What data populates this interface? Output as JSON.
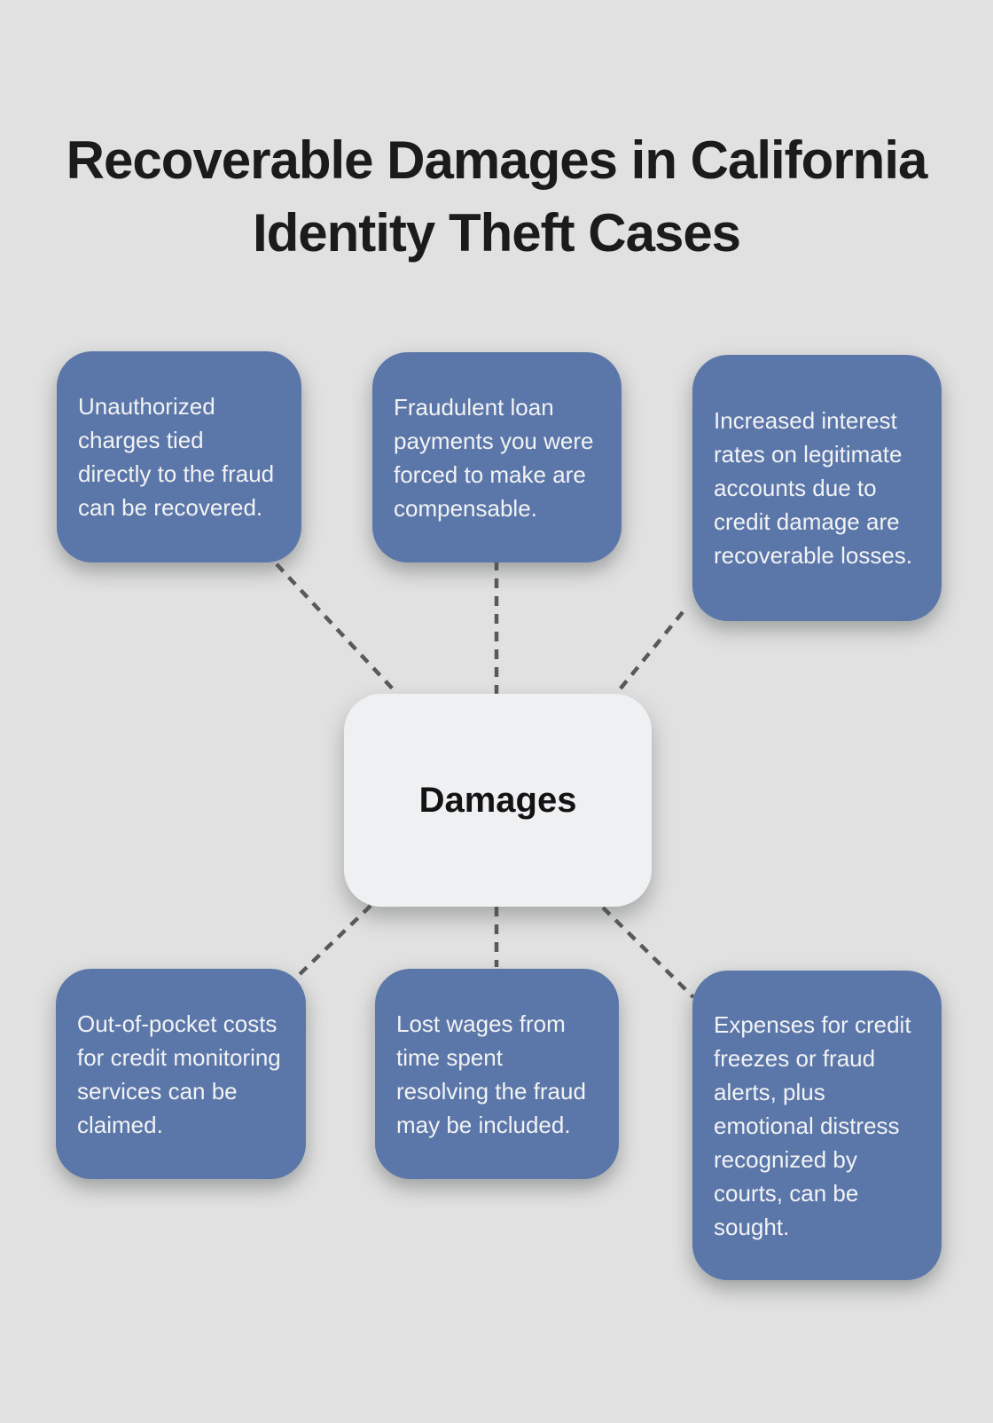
{
  "title": "Recoverable Damages in California Identity Theft Cases",
  "center": {
    "label": "Damages"
  },
  "nodes": [
    {
      "text": "Unauthorized charges tied directly to the fraud can be recovered."
    },
    {
      "text": "Fraudulent loan payments you were forced to make are compensable."
    },
    {
      "text": "Increased interest rates on legitimate accounts due to credit damage are recoverable losses."
    },
    {
      "text": "Out-of-pocket costs for credit monitoring services can be claimed."
    },
    {
      "text": "Lost wages from time spent resolving the fraud may be included."
    },
    {
      "text": "Expenses for credit freezes or fraud alerts, plus emotional distress recognized by courts, can be sought."
    }
  ],
  "colors": {
    "background": "#e0e1e0",
    "node_fill": "#5b76a8",
    "node_text": "#f2f3f5",
    "center_fill": "#eff0f2",
    "center_text": "#131313",
    "title_text": "#1b1b1b",
    "connector": "#58595a"
  }
}
